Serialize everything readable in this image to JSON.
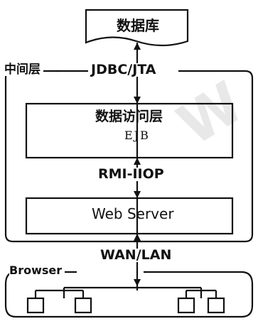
{
  "database": {
    "label": "数据库"
  },
  "middle_tier": {
    "label": "中间层",
    "top_protocol": "JDBC/JTA",
    "data_access": {
      "label": "数据访问层",
      "sublabel": "EJB"
    },
    "mid_protocol": "RMI-IIOP",
    "web_server": {
      "label": "Web Server"
    }
  },
  "network": {
    "label": "WAN/LAN"
  },
  "browser_tier": {
    "label": "Browser",
    "client_count": 4
  },
  "colors": {
    "stroke": "#111111",
    "background": "#ffffff",
    "watermark": "#e8e8e8"
  },
  "watermark_text": "W"
}
